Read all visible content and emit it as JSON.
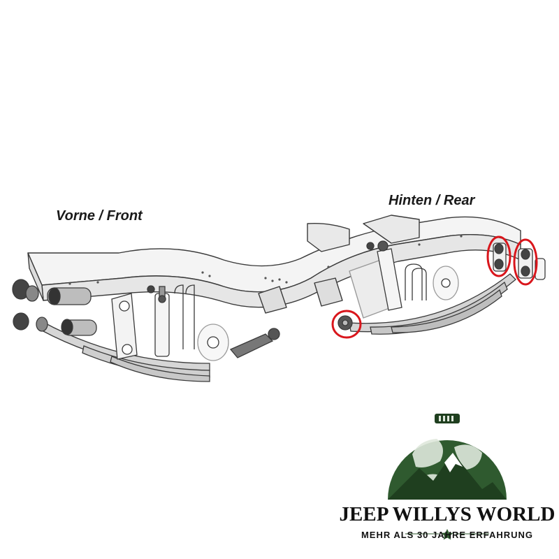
{
  "labels": {
    "front": "Vorne / Front",
    "rear": "Hinten / Rear"
  },
  "brand": {
    "name": "JEEP WILLYS WORLD",
    "tagline": "MEHR ALS 30 JAHRE ERFAHRUNG"
  },
  "colors": {
    "line": "#3a3a3a",
    "fill": "#f1f1f1",
    "shade": "#d8d8d8",
    "highlight": "#d9161c",
    "logo_green": "#2f5a2f",
    "logo_light": "#dfe8dc"
  },
  "icons": [
    "circle-highlight",
    "globe-icon",
    "mountain-icon",
    "star-icon"
  ]
}
